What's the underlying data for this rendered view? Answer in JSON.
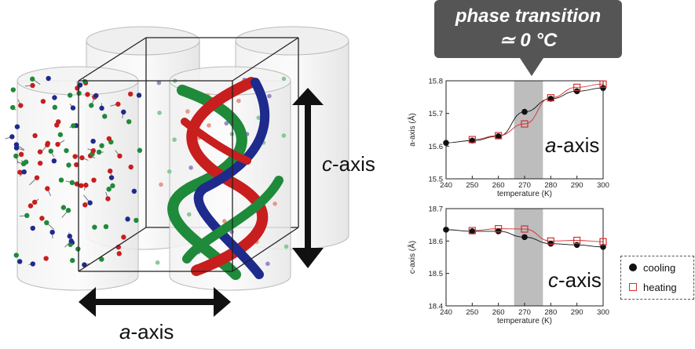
{
  "structure_labels": {
    "c_axis_italic": "c",
    "c_axis_suffix": "-axis",
    "a_axis_italic": "a",
    "a_axis_suffix": "-axis"
  },
  "annotation": {
    "line1": "phase transition",
    "line2": "≃ 0 °C"
  },
  "legend": {
    "cooling": "cooling",
    "heating": "heating"
  },
  "colors": {
    "cooling": "#111111",
    "heating": "#d43030",
    "band": "#bdbdbd",
    "helix_red": "#c81e1e",
    "helix_blue": "#1e2a8c",
    "helix_green": "#1e8a3a"
  },
  "chart_data": [
    {
      "type": "scatter",
      "panel_label_italic": "a",
      "panel_label_suffix": "-axis",
      "xlabel": "temperature (K)",
      "ylabel": "a-axis (Å)",
      "xlim": [
        240,
        300
      ],
      "ylim": [
        15.5,
        15.8
      ],
      "xticks": [
        "240",
        "250",
        "260",
        "270",
        "280",
        "290",
        "300"
      ],
      "yticks": [
        "15.5",
        "15.6",
        "15.7",
        "15.8"
      ],
      "shaded_band": [
        266,
        277
      ],
      "series": [
        {
          "name": "cooling",
          "marker": "filled-circle",
          "x": [
            240,
            250,
            260,
            270,
            280,
            290,
            300
          ],
          "y": [
            15.61,
            15.617,
            15.63,
            15.705,
            15.745,
            15.768,
            15.778
          ]
        },
        {
          "name": "heating",
          "marker": "open-square",
          "x": [
            250,
            260,
            270,
            280,
            290,
            300
          ],
          "y": [
            15.62,
            15.632,
            15.668,
            15.748,
            15.78,
            15.79
          ]
        }
      ]
    },
    {
      "type": "scatter",
      "panel_label_italic": "c",
      "panel_label_suffix": "-axis",
      "xlabel": "temperature (K)",
      "ylabel": "c-axis (Å)",
      "xlim": [
        240,
        300
      ],
      "ylim": [
        18.4,
        18.7
      ],
      "xticks": [
        "240",
        "250",
        "260",
        "270",
        "280",
        "290",
        "300"
      ],
      "yticks": [
        "18.4",
        "18.5",
        "18.6",
        "18.7"
      ],
      "shaded_band": [
        266,
        277
      ],
      "series": [
        {
          "name": "cooling",
          "marker": "filled-circle",
          "x": [
            240,
            250,
            260,
            270,
            280,
            290,
            300
          ],
          "y": [
            18.635,
            18.63,
            18.63,
            18.612,
            18.592,
            18.588,
            18.582
          ]
        },
        {
          "name": "heating",
          "marker": "open-square",
          "x": [
            250,
            260,
            270,
            280,
            290,
            300
          ],
          "y": [
            18.632,
            18.638,
            18.637,
            18.6,
            18.602,
            18.598
          ]
        }
      ]
    }
  ]
}
